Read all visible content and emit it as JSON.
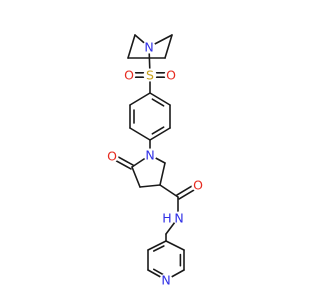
{
  "colors": {
    "bond": "#1a1a1a",
    "nitrogen": "#2f2fe6",
    "oxygen": "#e62a1f",
    "sulfur": "#c9a31a",
    "carbon": "#1a1a1a"
  },
  "atoms": {
    "n_pyrrolidine": "N",
    "s_sulfonyl": "S",
    "o_sulfonyl_left": "O",
    "o_sulfonyl_right": "O",
    "n_lactam": "N",
    "o_lactam": "O",
    "o_amide": "O",
    "n_amide": "N",
    "h_amide": "H",
    "n_pyridine": "N"
  }
}
